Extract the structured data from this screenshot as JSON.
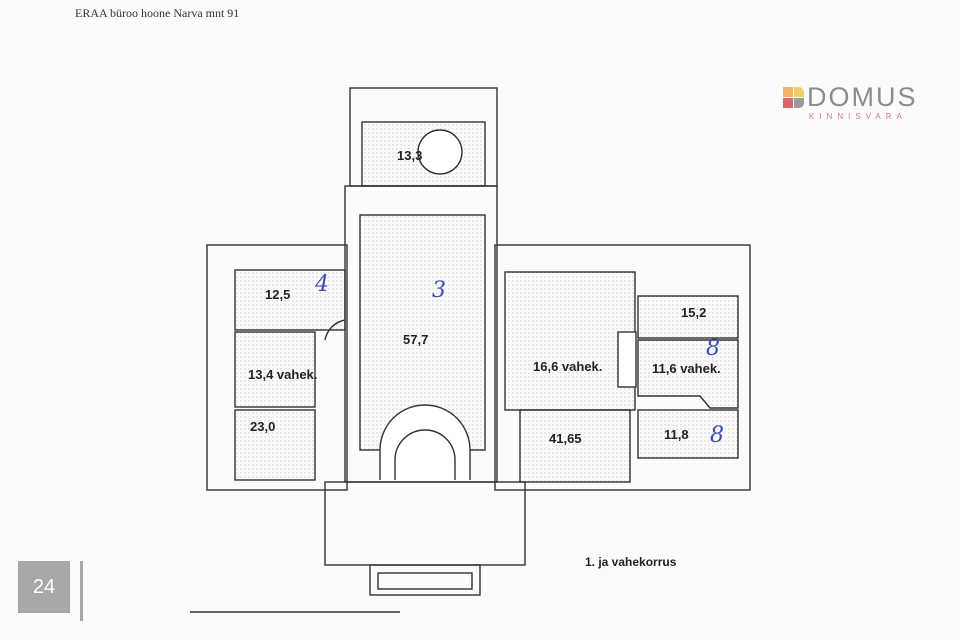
{
  "header": {
    "title": "ERAA büroo hoone Narva mnt 91"
  },
  "logo": {
    "name": "DOMUS",
    "subtitle": "KINNISVARA",
    "colors": [
      "#f2b36a",
      "#f3cf60",
      "#d9646a",
      "#9a9a9a"
    ]
  },
  "plan": {
    "caption": "1. ja vahekorrus",
    "rooms": [
      {
        "label": "13,3"
      },
      {
        "label": "12,5"
      },
      {
        "label": "57,7"
      },
      {
        "label": "13,4 vahek."
      },
      {
        "label": "23,0"
      },
      {
        "label": "15,2"
      },
      {
        "label": "16,6 vahek."
      },
      {
        "label": "11,6 vahek."
      },
      {
        "label": "41,65"
      },
      {
        "label": "11,8"
      }
    ],
    "handwritten": [
      "4",
      "3",
      "8",
      "8"
    ]
  },
  "page_badge": {
    "number": "24"
  }
}
